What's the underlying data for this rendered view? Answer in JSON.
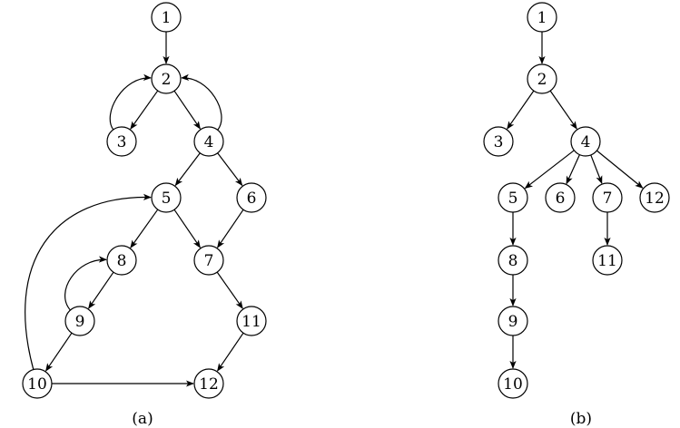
{
  "graph_a": {
    "caption": "(a)",
    "nodes": [
      {
        "id": "1",
        "label": "1"
      },
      {
        "id": "2",
        "label": "2"
      },
      {
        "id": "3",
        "label": "3"
      },
      {
        "id": "4",
        "label": "4"
      },
      {
        "id": "5",
        "label": "5"
      },
      {
        "id": "6",
        "label": "6"
      },
      {
        "id": "7",
        "label": "7"
      },
      {
        "id": "8",
        "label": "8"
      },
      {
        "id": "9",
        "label": "9"
      },
      {
        "id": "10",
        "label": "10"
      },
      {
        "id": "11",
        "label": "11"
      },
      {
        "id": "12",
        "label": "12"
      }
    ],
    "edges": [
      {
        "from": "1",
        "to": "2"
      },
      {
        "from": "2",
        "to": "3"
      },
      {
        "from": "2",
        "to": "4"
      },
      {
        "from": "3",
        "to": "2"
      },
      {
        "from": "4",
        "to": "2"
      },
      {
        "from": "4",
        "to": "5"
      },
      {
        "from": "4",
        "to": "6"
      },
      {
        "from": "5",
        "to": "8"
      },
      {
        "from": "5",
        "to": "7"
      },
      {
        "from": "6",
        "to": "7"
      },
      {
        "from": "8",
        "to": "9"
      },
      {
        "from": "9",
        "to": "8"
      },
      {
        "from": "9",
        "to": "10"
      },
      {
        "from": "10",
        "to": "5"
      },
      {
        "from": "10",
        "to": "12"
      },
      {
        "from": "7",
        "to": "11"
      },
      {
        "from": "11",
        "to": "12"
      }
    ]
  },
  "graph_b": {
    "caption": "(b)",
    "nodes": [
      {
        "id": "1",
        "label": "1"
      },
      {
        "id": "2",
        "label": "2"
      },
      {
        "id": "3",
        "label": "3"
      },
      {
        "id": "4",
        "label": "4"
      },
      {
        "id": "5",
        "label": "5"
      },
      {
        "id": "6",
        "label": "6"
      },
      {
        "id": "7",
        "label": "7"
      },
      {
        "id": "12",
        "label": "12"
      },
      {
        "id": "8",
        "label": "8"
      },
      {
        "id": "11",
        "label": "11"
      },
      {
        "id": "9",
        "label": "9"
      },
      {
        "id": "10",
        "label": "10"
      }
    ],
    "edges": [
      {
        "from": "1",
        "to": "2"
      },
      {
        "from": "2",
        "to": "3"
      },
      {
        "from": "2",
        "to": "4"
      },
      {
        "from": "4",
        "to": "5"
      },
      {
        "from": "4",
        "to": "6"
      },
      {
        "from": "4",
        "to": "7"
      },
      {
        "from": "4",
        "to": "12"
      },
      {
        "from": "5",
        "to": "8"
      },
      {
        "from": "7",
        "to": "11"
      },
      {
        "from": "8",
        "to": "9"
      },
      {
        "from": "9",
        "to": "10"
      }
    ]
  }
}
